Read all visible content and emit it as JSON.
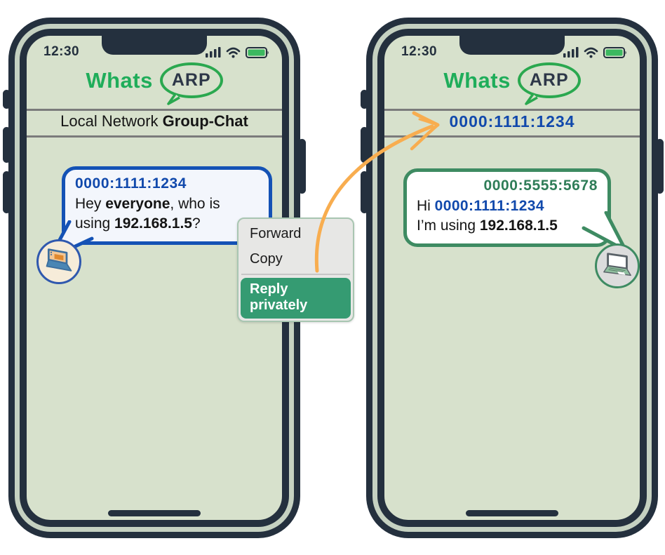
{
  "left_phone": {
    "status_time": "12:30",
    "logo": {
      "brand": "Whats",
      "bubble": "ARP"
    },
    "chat_title": {
      "regular": "Local Network ",
      "bold": "Group-Chat"
    },
    "message": {
      "sender": "0000:1111:1234",
      "line1_pre": "Hey ",
      "line1_bold": "everyone",
      "line1_post": ", who is",
      "line2_pre": "using ",
      "line2_bold": "192.168.1.5",
      "line2_post": "?"
    }
  },
  "right_phone": {
    "status_time": "12:30",
    "logo": {
      "brand": "Whats",
      "bubble": "ARP"
    },
    "chat_title": "0000:1111:1234",
    "message": {
      "sender": "0000:5555:5678",
      "line1_pre": "Hi ",
      "line1_bold": "0000:1111:1234",
      "line1_post": "",
      "line2_pre": "I’m using ",
      "line2_bold": "192.168.1.5",
      "line2_post": ""
    }
  },
  "context_menu": {
    "items": [
      "Forward",
      "Copy"
    ],
    "highlighted": "Reply privately"
  },
  "icons": {
    "status": [
      "signal-bars",
      "wifi",
      "battery-full"
    ],
    "left_avatar": "laptop-computer",
    "right_avatar": "laptop-computer",
    "annotation": "hand-drawn-curved-arrow"
  },
  "colors": {
    "brand_green": "#1fad5a",
    "screen_bg": "#d7e1cc",
    "frame_navy": "#24303e",
    "sender_blue": "#1149ac",
    "bubble_border_blue": "#1452b5",
    "sender_green": "#2f7d58",
    "bubble_border_green": "#3e8b62",
    "menu_highlight_green": "#359b72",
    "arrow_orange": "#f8ad4f"
  }
}
